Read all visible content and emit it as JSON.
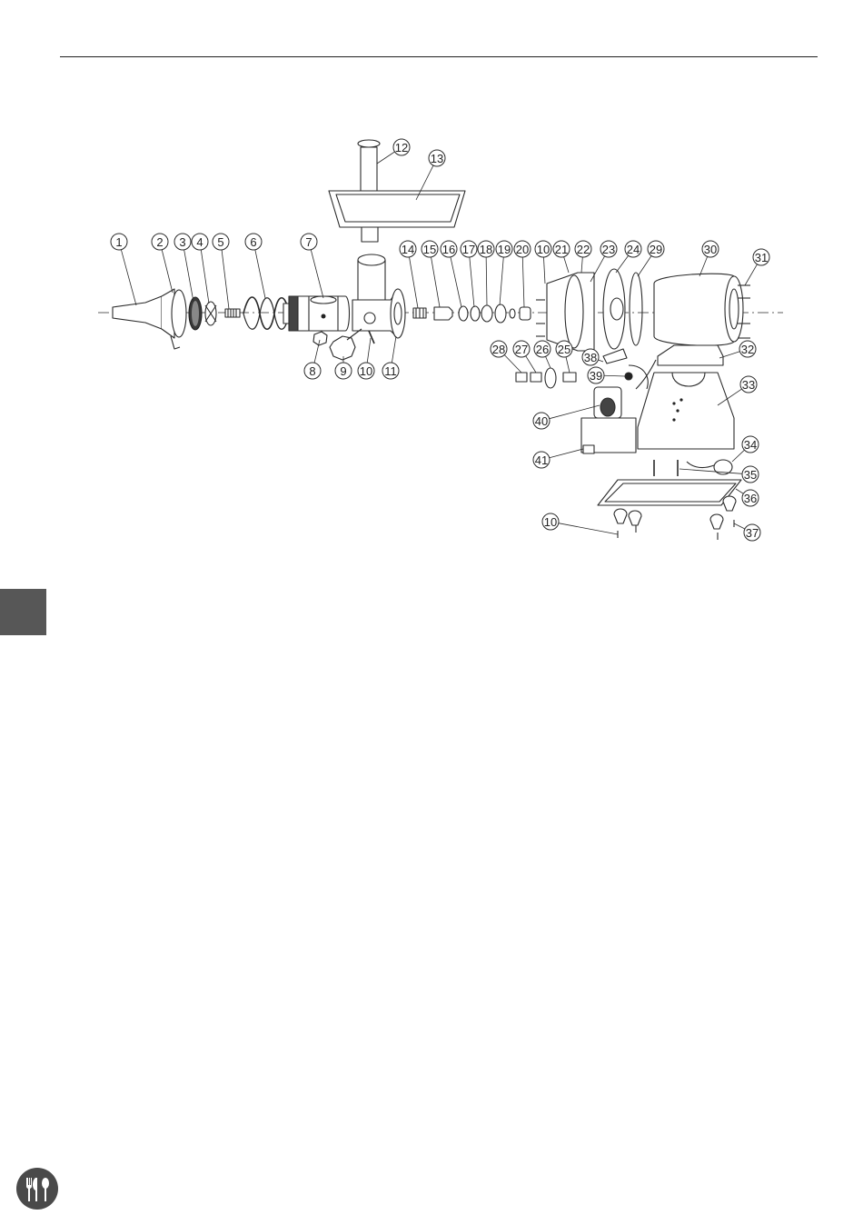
{
  "figure": {
    "callouts": [
      "1",
      "2",
      "3",
      "4",
      "5",
      "6",
      "7",
      "8",
      "9",
      "10",
      "11",
      "12",
      "13",
      "14",
      "15",
      "16",
      "17",
      "18",
      "19",
      "20",
      "10",
      "21",
      "22",
      "23",
      "24",
      "29",
      "30",
      "31",
      "32",
      "33",
      "28",
      "27",
      "26",
      "25",
      "38",
      "39",
      "40",
      "41",
      "34",
      "35",
      "36",
      "10",
      "37"
    ]
  },
  "side_tab": {
    "color": "#575757"
  },
  "footer": {
    "logo_icon": "cutlery-icon",
    "logo_color": "#4a4a4a"
  }
}
